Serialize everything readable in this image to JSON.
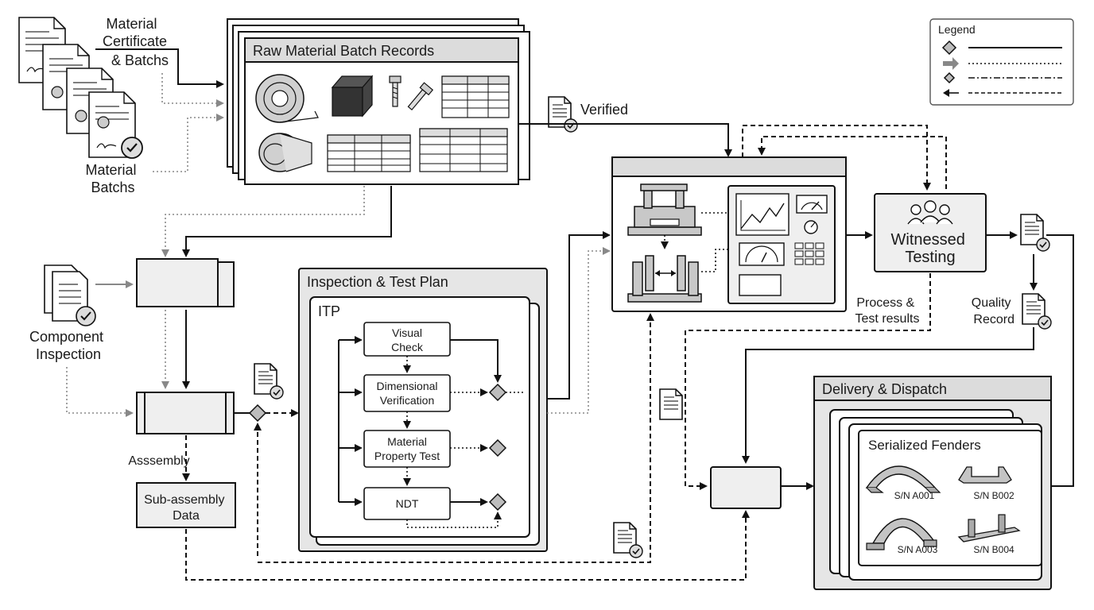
{
  "labels": {
    "material_certificate": [
      "Material",
      "Certificate",
      "& Batchs"
    ],
    "material_batchs": [
      "Material",
      "Batchs"
    ],
    "raw_material_title": "Raw Material Batch Records",
    "verified": "Verified",
    "component_inspection": [
      "Component",
      "Inspection"
    ],
    "asssembly": "Asssembly",
    "subassembly_data": [
      "Sub-assembly",
      "Data"
    ],
    "itp_panel_title": "Inspection & Test Plan",
    "itp": "ITP",
    "visual_check": [
      "Visual",
      "Check"
    ],
    "dimensional_verification": [
      "Dimensional",
      "Verification"
    ],
    "material_property_test": [
      "Material",
      "Property Test"
    ],
    "ndt": "NDT",
    "witnessed_testing": [
      "Witnessed",
      "Testing"
    ],
    "process_results": [
      "Process &",
      "Test results"
    ],
    "quality_record": [
      "Quality",
      "Record"
    ],
    "delivery_title": "Delivery & Dispatch",
    "serialized_fenders": "Serialized Fenders",
    "sn_a001": "S/N A001",
    "sn_b002": "S/N B002",
    "sn_a003": "S/N A003",
    "sn_b004": "S/N B004"
  },
  "legend": {
    "title": "Legend",
    "rows": [
      "diamond-solid",
      "arrow-dotted",
      "small-diamond-dash-dot",
      "arrow-dashed"
    ]
  },
  "colors": {
    "panel": "#e6e6e6",
    "box": "#efefef",
    "stroke": "#111111",
    "gray_line": "#888888"
  }
}
